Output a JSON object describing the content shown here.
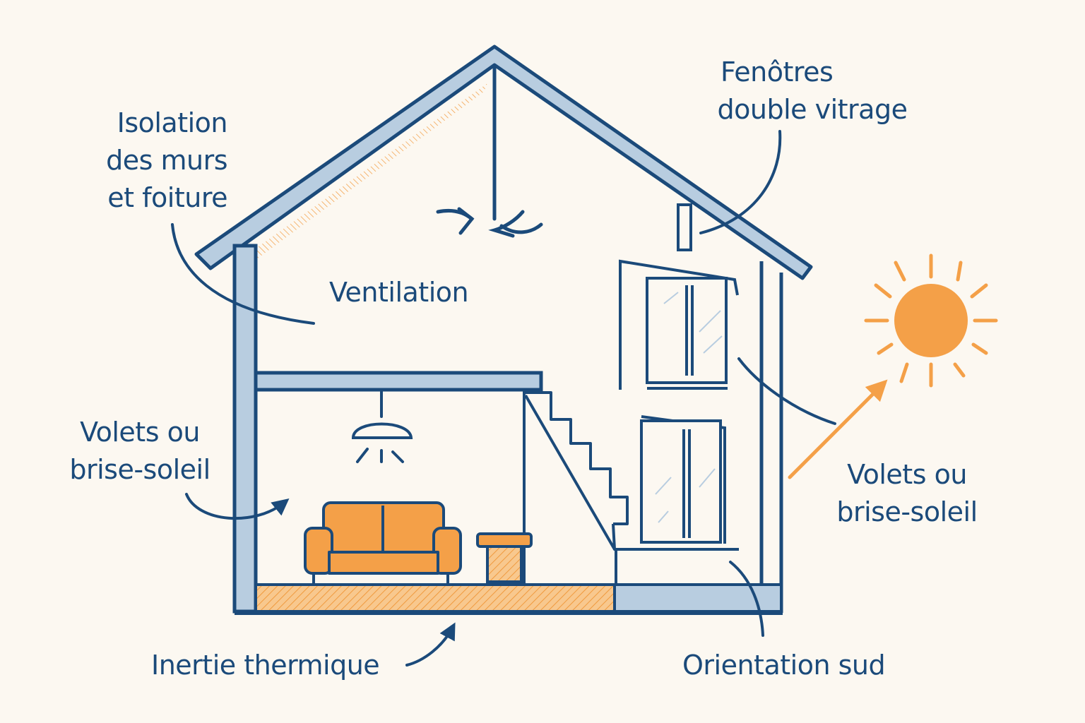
{
  "colors": {
    "background": "#fcf8f1",
    "line": "#1b4a7a",
    "fill_blue": "#b8cde0",
    "orange": "#f4a048",
    "orange_light": "#f8c88e"
  },
  "labels": {
    "insulation": [
      "Isolation",
      "des murs",
      "et foiture"
    ],
    "windows": [
      "Fenôtres",
      "double vitrage"
    ],
    "ventilation": "Ventilation",
    "shutters_left": [
      "Volets ou",
      "brise-soleil"
    ],
    "shutters_right": [
      "Volets ou",
      "brise-soleil"
    ],
    "inertia": "Inertie thermique",
    "orientation": "Orientation sud"
  },
  "icons": [
    "sun-icon",
    "sofa-icon",
    "ceiling-lamp-icon",
    "side-table-icon",
    "ventilation-arrows-icon",
    "staircase-icon"
  ]
}
